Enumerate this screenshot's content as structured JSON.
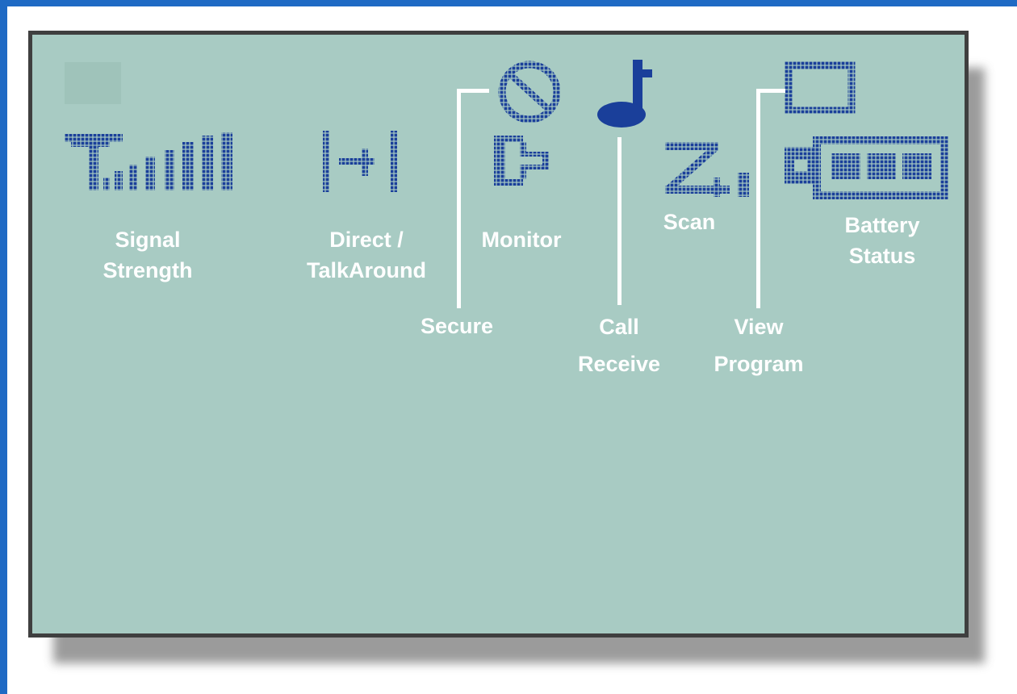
{
  "labels": {
    "signal_strength": [
      "Signal",
      "Strength"
    ],
    "direct_talkaround": [
      "Direct /",
      "TalkAround"
    ],
    "monitor": "Monitor",
    "scan": "Scan",
    "battery_status": [
      "Battery",
      "Status"
    ],
    "secure": "Secure",
    "call_receive": [
      "Call",
      "Receive"
    ],
    "view_program": [
      "View",
      "Program"
    ]
  },
  "icons": {
    "signal": "signal-strength-icon",
    "direct": "direct-talkaround-icon",
    "secure": "secure-icon",
    "monitor": "monitor-icon",
    "call": "call-receive-icon",
    "scan": "scan-icon",
    "view": "view-program-icon",
    "battery": "battery-status-icon"
  },
  "colors": {
    "frame": "#1f6ac4",
    "lcd_background": "#a8cbc3",
    "lcd_segment": "#1a3f9a",
    "label": "#ffffff"
  }
}
